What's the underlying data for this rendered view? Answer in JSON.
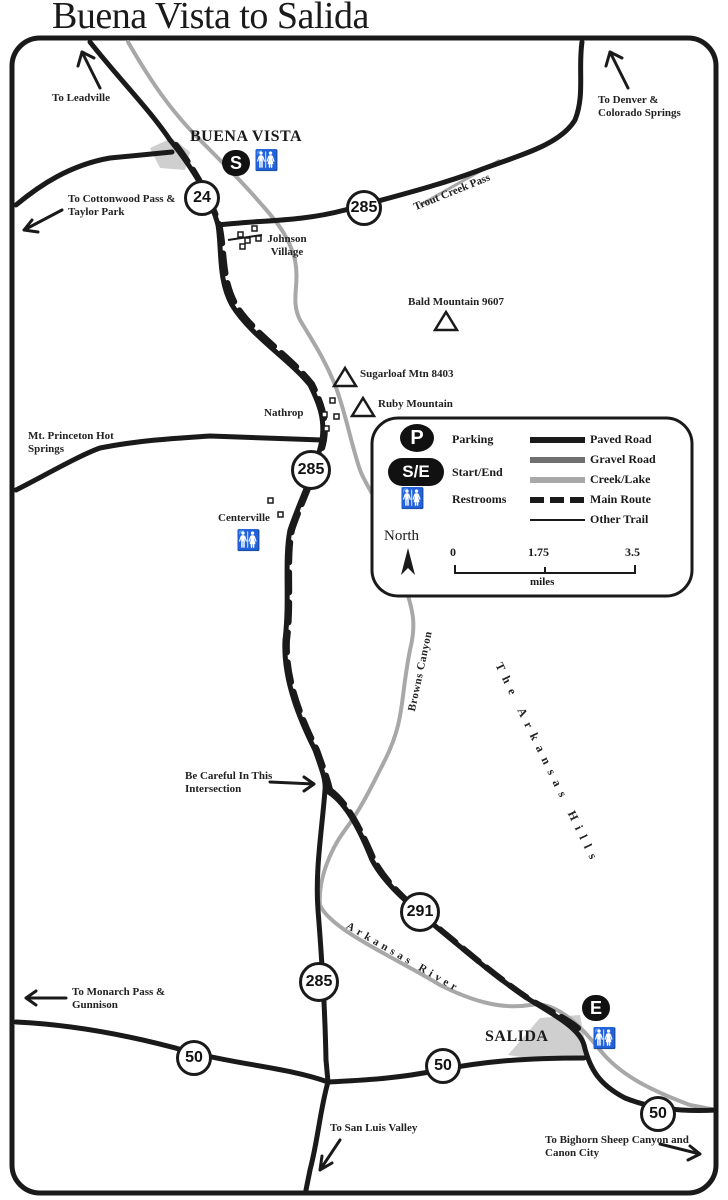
{
  "title": "Buena Vista to Salida",
  "towns": {
    "buena_vista": "BUENA VISTA",
    "salida": "SALIDA",
    "johnson_village": "Johnson Village",
    "nathrop": "Nathrop",
    "centerville": "Centerville"
  },
  "highways": {
    "h24": "24",
    "h285_north": "285",
    "h285_mid": "285",
    "h285_south": "285",
    "h291": "291",
    "h50_west": "50",
    "h50_mid": "50",
    "h50_east": "50"
  },
  "markers": {
    "start": "S",
    "end": "E"
  },
  "directions": {
    "leadville": "To Leadville",
    "denver": "To Denver & Colorado Springs",
    "cottonwood": "To Cottonwood Pass & Taylor Park",
    "monarch": "To Monarch Pass & Gunnison",
    "san_luis": "To San Luis Valley",
    "bighorn": "To Bighorn Sheep Canyon and Canon City",
    "princeton": "Mt. Princeton Hot Springs"
  },
  "features": {
    "trout_creek_pass": "Trout Creek Pass",
    "bald_mountain": "Bald Mountain 9607",
    "sugarloaf": "Sugarloaf Mtn 8403",
    "ruby_mountain": "Ruby Mountain",
    "browns_canyon": "Browns Canyon",
    "arkansas_hills": "The Arkansas Hills",
    "arkansas_river": "Arkansas River",
    "careful": "Be Careful In This Intersection"
  },
  "legend": {
    "parking_symbol": "P",
    "parking": "Parking",
    "startend_symbol": "S/E",
    "startend": "Start/End",
    "restrooms": "Restrooms",
    "paved": "Paved Road",
    "gravel": "Gravel Road",
    "creek": "Creek/Lake",
    "main_route": "Main Route",
    "other_trail": "Other Trail",
    "north": "North",
    "scale_0": "0",
    "scale_mid": "1.75",
    "scale_max": "3.5",
    "scale_unit": "miles"
  },
  "colors": {
    "road": "#1a1a1a",
    "creek": "#a8a8a8",
    "gravel": "#707070",
    "town_fill": "#cfcfcf"
  }
}
